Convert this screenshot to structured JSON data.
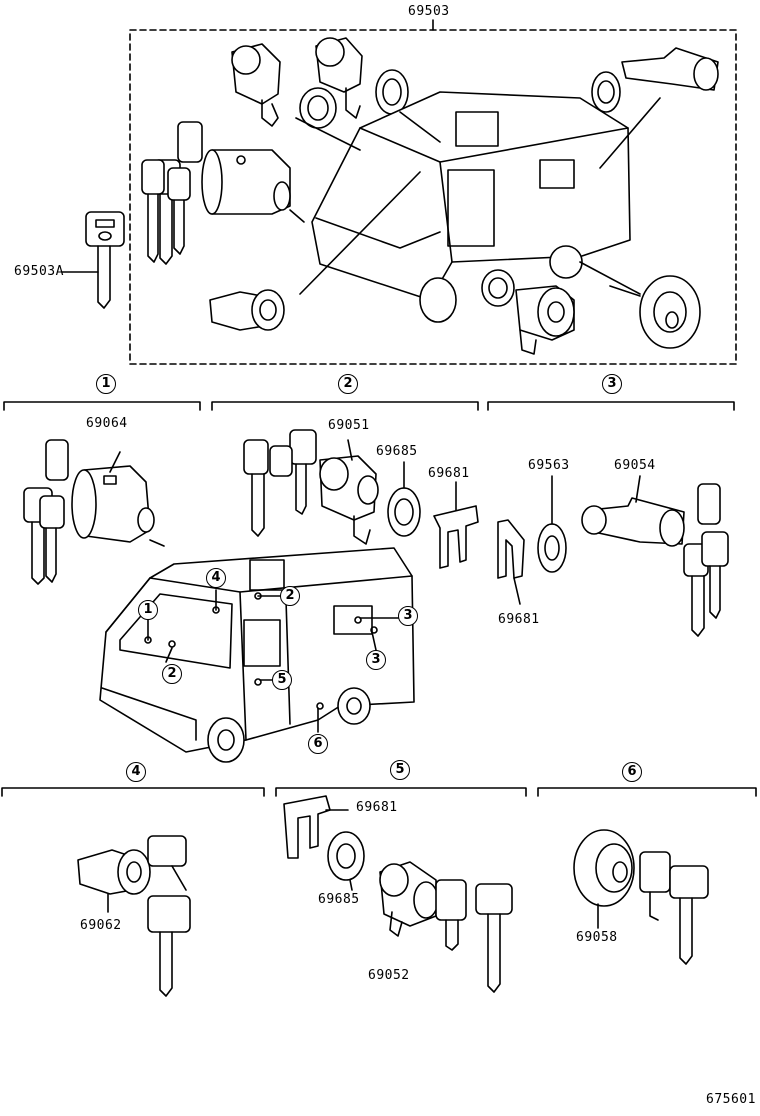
{
  "diagram": {
    "kit_label": "69503",
    "master_key_label": "69503A",
    "sections": [
      {
        "num": "1",
        "parts": [
          "69064"
        ]
      },
      {
        "num": "2",
        "parts": [
          "69051",
          "69685",
          "69681"
        ]
      },
      {
        "num": "3",
        "parts": [
          "69563",
          "69054",
          "69681"
        ]
      },
      {
        "num": "4",
        "parts": [
          "69062"
        ]
      },
      {
        "num": "5",
        "parts": [
          "69681",
          "69685",
          "69052"
        ]
      },
      {
        "num": "6",
        "parts": [
          "69058"
        ]
      }
    ],
    "van_callouts": [
      "1",
      "2",
      "4",
      "2",
      "3",
      "3",
      "5",
      "6"
    ],
    "figure_id": "675601"
  }
}
